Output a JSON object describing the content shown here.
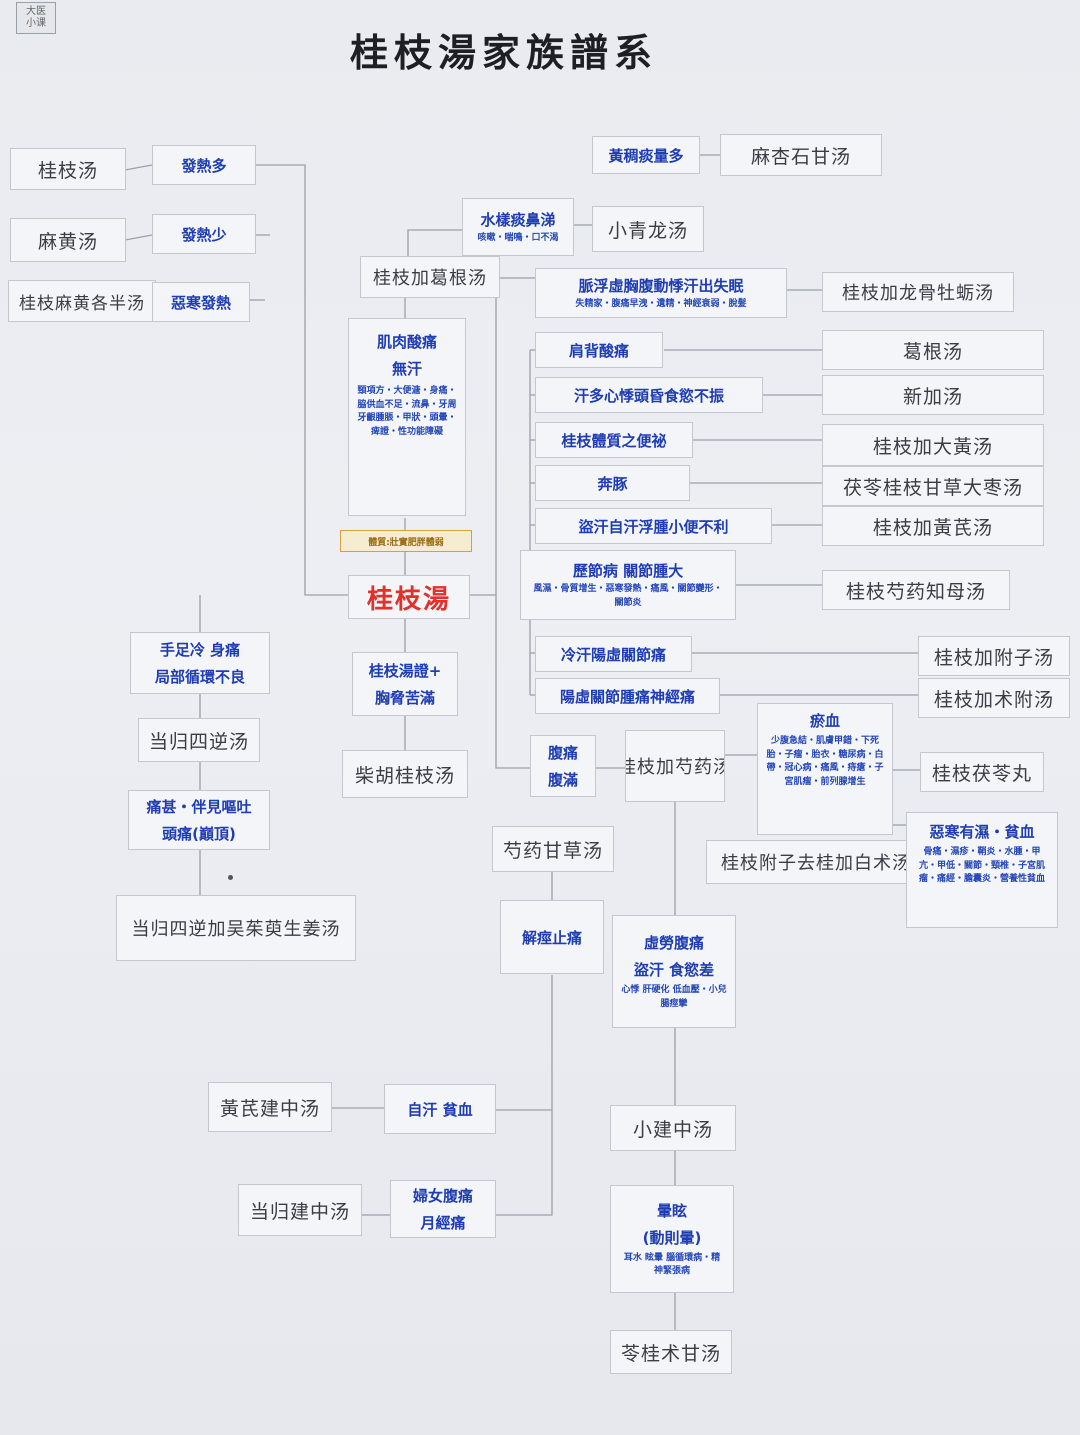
{
  "badge": {
    "line1": "大医",
    "line2": "小课"
  },
  "title": "桂枝湯家族譜系",
  "center": "桂枝湯",
  "tag": "體質:壯實肥胖體弱",
  "nodes": {
    "guizhi_tang": "桂枝汤",
    "mahuang_tang": "麻黄汤",
    "guizhi_mahuang": "桂枝麻黄各半汤",
    "fare_duo": "發熱多",
    "fare_shao": "發熱少",
    "ehan_fare": "惡寒發熱",
    "huangchou_tan": "黃稠痰量多",
    "maxing_shigan": "麻杏石甘汤",
    "shuiyang_tan": "水樣痰鼻涕",
    "shuiyang_tan_sub": "咳嗽・喘鳴・口不渴",
    "xiao_qinglong": "小青龙汤",
    "gegen_tang_add": "桂枝加葛根汤",
    "maifu_xu": "脈浮虛胸腹動悸汗出失眠",
    "maifu_xu_sub": "失精家・腹痛早洩・遺精・神經衰弱・脫髮",
    "longgu_muli": "桂枝加龙骨牡蛎汤",
    "jirou": "肌肉酸痛",
    "wuhan": "無汗",
    "jirou_sub": "頸項方・大便溏・身痛・脇供血不足・流鼻・牙周牙齦腫脹・甲狀・頭暈・痺證・性功能障礙",
    "jianbei": "肩背酸痛",
    "gegen": "葛根汤",
    "handuo": "汗多心悸頭昏食慾不振",
    "xinjia": "新加汤",
    "bianmi": "桂枝體質之便祕",
    "dahuang": "桂枝加大黃汤",
    "bentun": "奔豚",
    "fuling_gancao": "茯苓桂枝甘草大枣汤",
    "daohan": "盜汗自汗浮腫小便不利",
    "huangqi": "桂枝加黃芪汤",
    "lijie": "歷節病 關節腫大",
    "lijie_sub": "風濕・骨質增生・惡寒發熱・痛風・關節變形・關節炎",
    "shaoyao_zhimu": "桂枝芍药知母汤",
    "shouzu": "手足冷 身痛",
    "jubu": "局部循環不良",
    "zhengjia": "桂枝湯證+",
    "xiongxie": "胸脅苦滿",
    "lenghan": "冷汗陽虛關節痛",
    "fuzi": "桂枝加附子汤",
    "yangxu": "陽虛關節腫痛神經痛",
    "shufu": "桂枝加术附汤",
    "danggui_sini": "当归四逆汤",
    "chaihu": "柴胡桂枝汤",
    "futong": "腹痛",
    "fuman": "腹滿",
    "shaoyao_add": "桂枝加芍药汤",
    "yuxue": "瘀血",
    "yuxue_sub": "少腹急結・肌膚甲錯・下死胎・子瘤・胎衣・糖尿病・白帶・冠心病・痛風・痔瘡・子宮肌瘤・前列腺增生",
    "fuling_wan": "桂枝茯苓丸",
    "tongshen": "痛甚・伴見嘔吐",
    "toutong": "頭痛(巔頂)",
    "shaoyao_gancao": "芍药甘草汤",
    "fuzi_qu": "桂枝附子去桂加白术汤",
    "ehan_youshi": "惡寒有濕・貧血",
    "ehan_youshi_sub": "骨痛・濕疹・鞘炎・水腫・甲亢・甲低・關節・頸椎・子宮肌瘤・痛經・膽囊炎・營養性貧血",
    "danggui_wuzhu": "当归四逆加吴茱萸生姜汤",
    "jiejing": "解痙止痛",
    "xulao": "虛勞腹痛",
    "daohan_shi": "盜汗 食慾差",
    "xulao_sub": "心悸 肝硬化 低血壓・小兒腸痙攣",
    "huangqi_jianzhong": "黃芪建中汤",
    "zihan_pinxue": "自汗 貧血",
    "xiao_jianzhong": "小建中汤",
    "danggui_jianzhong": "当归建中汤",
    "fuke": "婦女腹痛",
    "yuejing": "月經痛",
    "xuanyun": "暈眩",
    "dongze": "(動則暈)",
    "xuanyun_sub": "耳水 眩暈 腦循環病・精神緊張病",
    "linggui_zhugan": "苓桂术甘汤"
  }
}
